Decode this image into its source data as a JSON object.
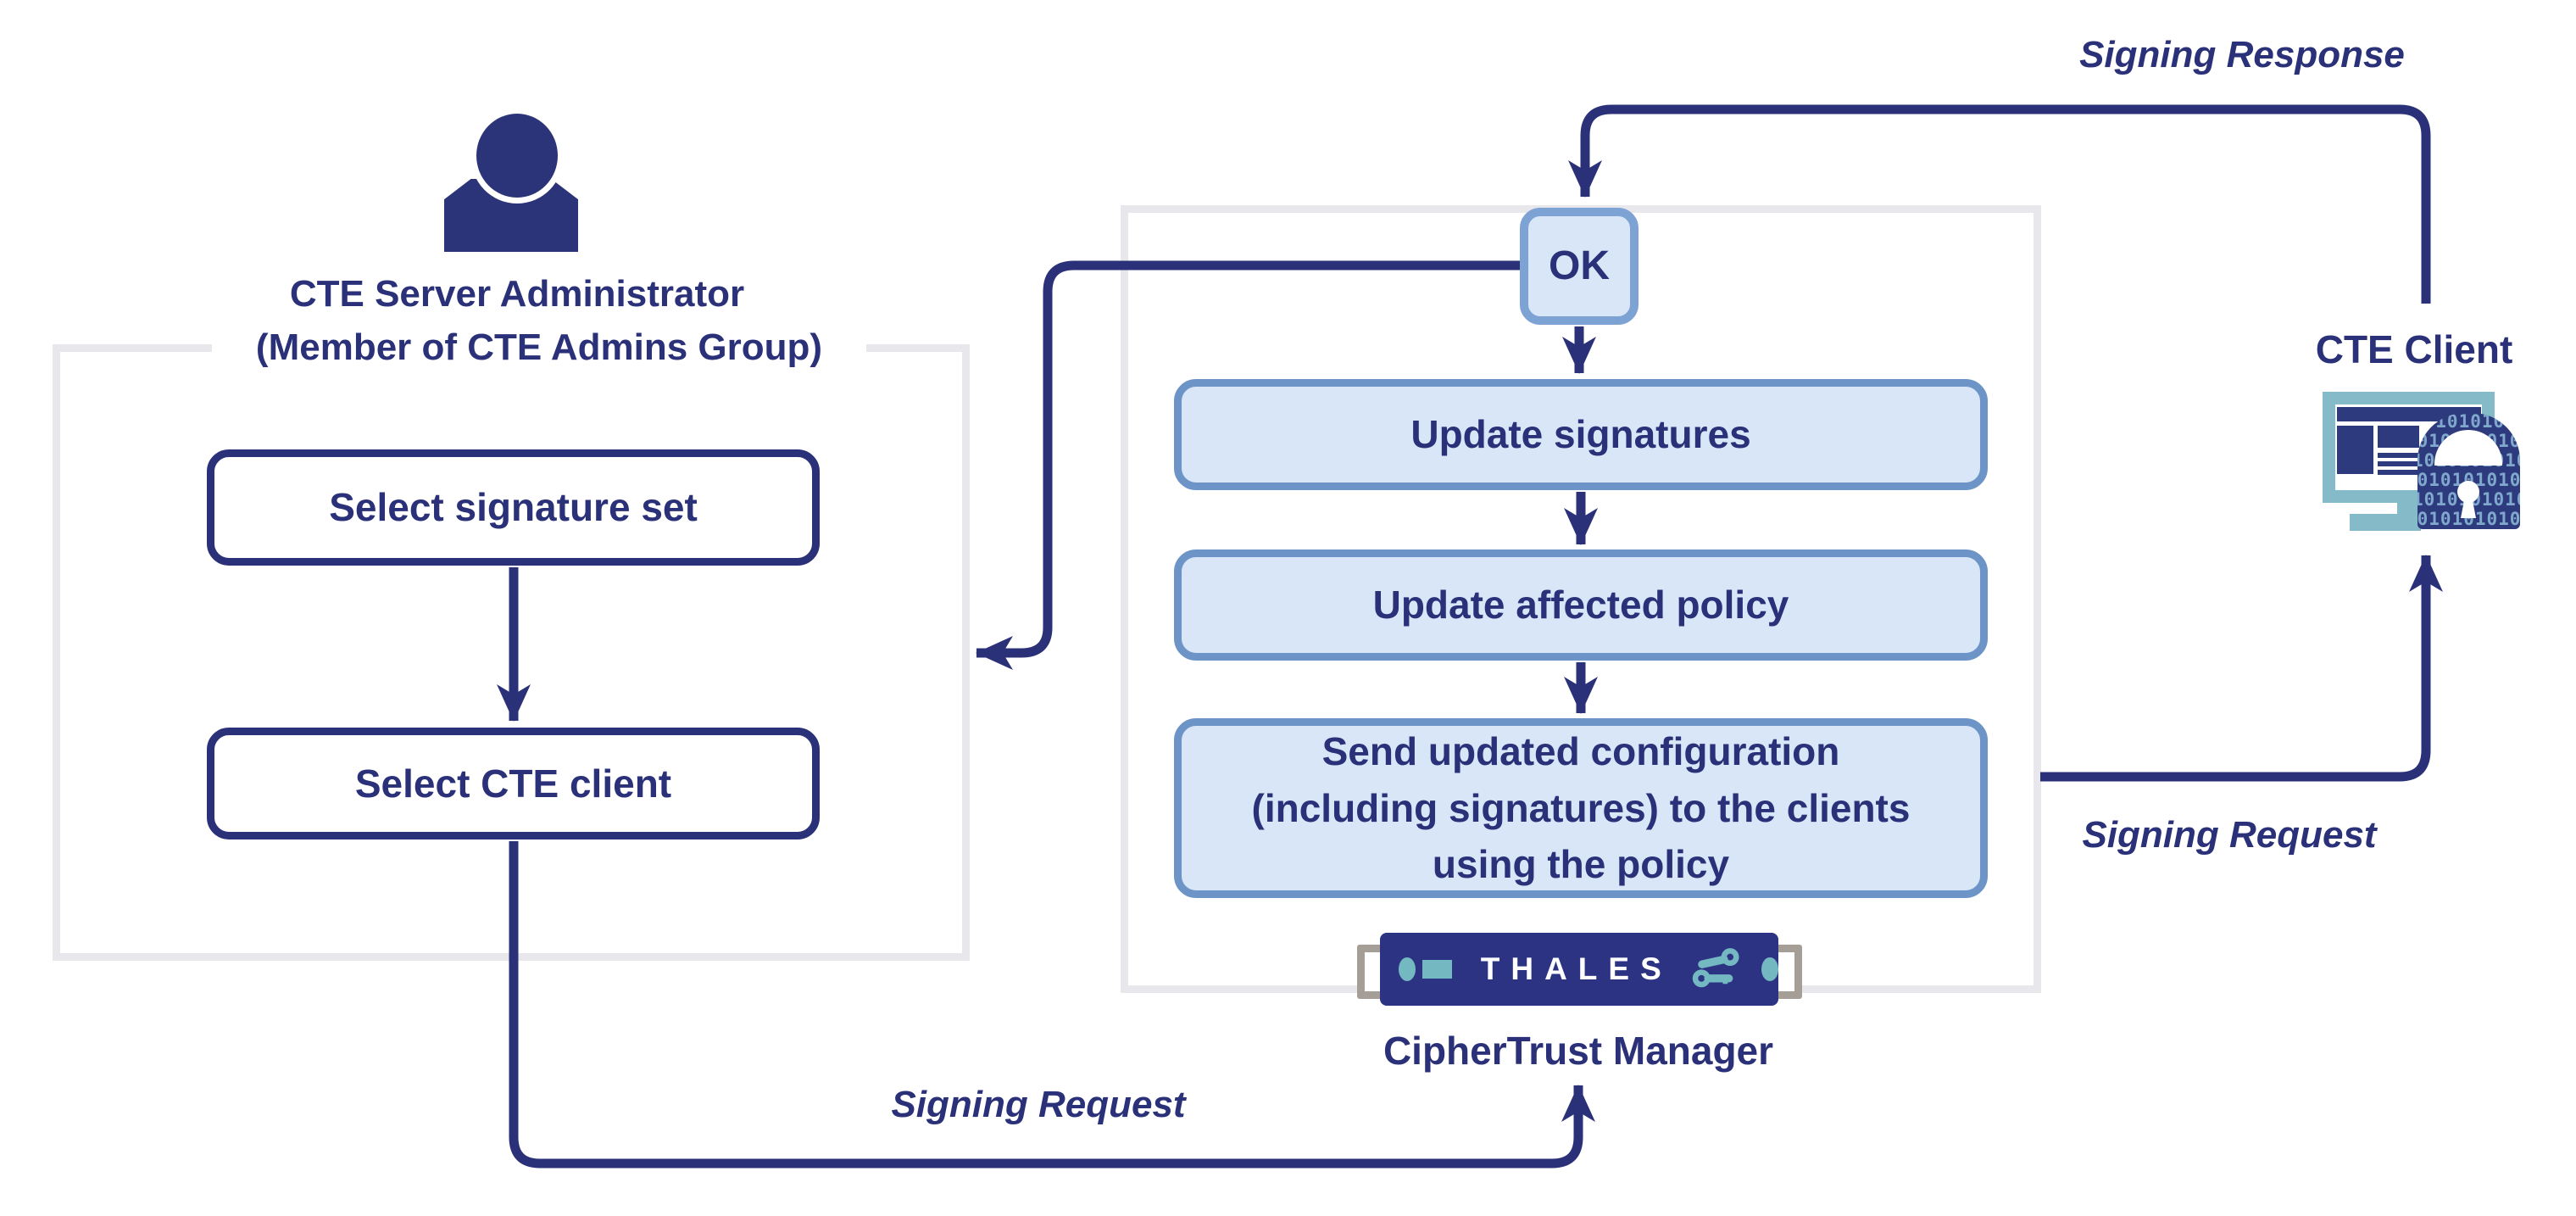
{
  "colors": {
    "navy": "#2a3179",
    "box_border_navy": "#2b3178",
    "light_blue_fill": "#d9e6f8",
    "light_blue_border": "#6d94c7",
    "ok_border": "#7da2d4",
    "panel_border_gray": "#e8e8ec",
    "thales_bar_navy": "#2c3383",
    "teal": "#74b8c2",
    "monitor_blue": "#85bac9",
    "bracket_gray": "#a59e97",
    "binary_text_blue": "#7fa8cc"
  },
  "admin": {
    "name_line1": "CTE Server Administrator",
    "name_line2": "(Member of CTE Admins Group)",
    "steps": [
      "Select signature set",
      "Select CTE client"
    ]
  },
  "manager": {
    "ok_label": "OK",
    "steps": [
      "Update signatures",
      "Update affected policy",
      "Send updated configuration (including signatures) to the clients using the policy"
    ],
    "brand": "THALES",
    "label": "CipherTrust Manager"
  },
  "client": {
    "label": "CTE Client",
    "binary_row": "1010101010101"
  },
  "edges": {
    "signing_response": "Signing Response",
    "signing_request": "Signing Request"
  }
}
